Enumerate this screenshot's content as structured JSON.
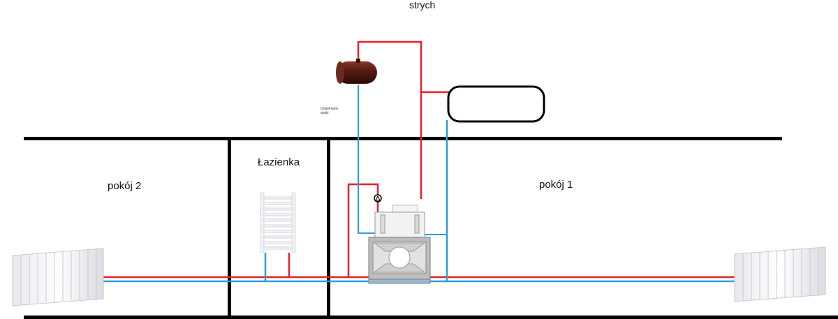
{
  "labels": {
    "attic": "strych",
    "room2": "pokój 2",
    "bathroom": "Łazienka",
    "room1": "pokój 1",
    "refill_line1": "Dopełniane",
    "refill_line2": "wody"
  },
  "colors": {
    "supply": "#e8202a",
    "return": "#2aa0dc",
    "walls": "#000000",
    "tank": "#4a1a12"
  }
}
